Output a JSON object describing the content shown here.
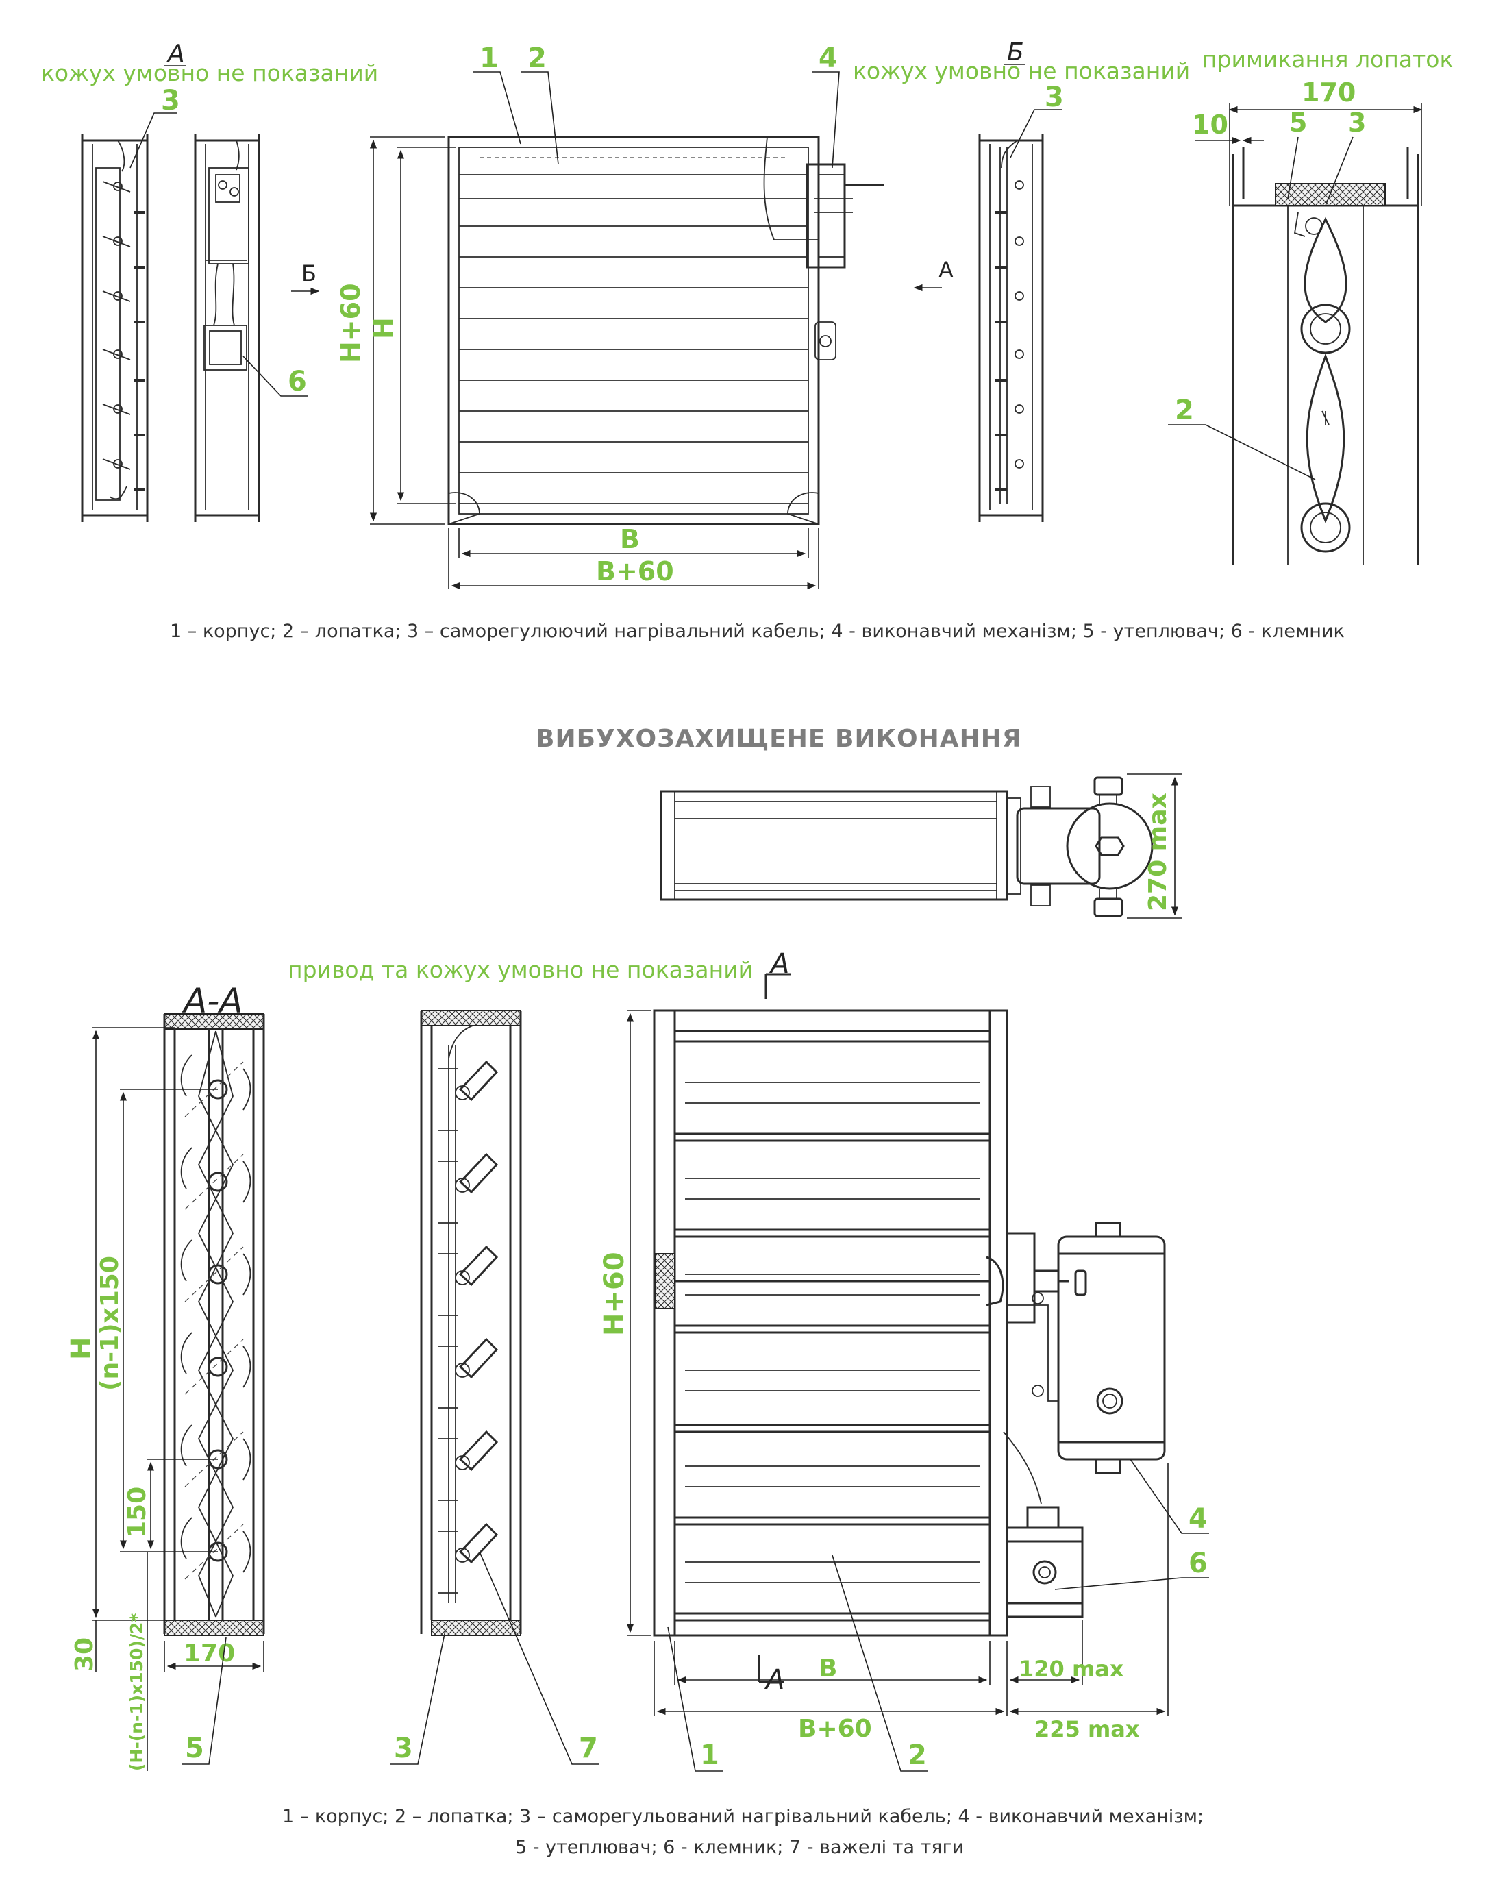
{
  "drawing_top": {
    "notes": {
      "view_a": "кожух умовно не показаний",
      "view_b": "кожух умовно не показаний",
      "blades_junction": "примикання лопаток",
      "view_letter_a": "А",
      "view_letter_b": "Б"
    },
    "dimensions": {
      "h_outer": "Н+60",
      "h_inner": "Н",
      "b_inner": "В",
      "b_outer": "В+60",
      "width_170": "170",
      "gap_10": "10"
    },
    "callouts": [
      "1",
      "2",
      "3",
      "4",
      "5",
      "6"
    ],
    "arrows": {
      "left": "Б",
      "right": "А"
    },
    "caption": "1 – корпус; 2 – лопатка; 3 – саморегулюючий нагрівальний кабель; 4 - виконавчий механізм; 5 - утеплювач; 6 - клемник"
  },
  "section_heading": "ВИБУХОЗАХИЩЕНЕ ВИКОНАННЯ",
  "drawing_bottom": {
    "notes": {
      "drive_hidden": "привод та кожух умовно не показаний",
      "section_label": "А-А",
      "cut_letter": "А"
    },
    "dimensions": {
      "top_270": "270 max",
      "h": "Н",
      "pitch_sum": "(n-1)x150",
      "pitch": "150",
      "base_30": "30",
      "remainder": "(H-(n-1)x150)/2*",
      "width_170": "170",
      "h_outer": "Н+60",
      "b_inner": "В",
      "b_outer": "В+60",
      "max_120": "120 max",
      "max_225": "225 max"
    },
    "callouts": [
      "1",
      "2",
      "3",
      "4",
      "5",
      "6",
      "7"
    ],
    "caption_line1": "1 – корпус; 2 – лопатка; 3 – саморегульований нагрівальний кабель; 4 - виконавчий механізм;",
    "caption_line2": "5 - утеплювач; 6 - клемник; 7 - важелі та тяги"
  },
  "colors": {
    "accent_green": "#7cc243",
    "line": "#2b2b2b",
    "heading_grey": "#7d7d7d"
  }
}
